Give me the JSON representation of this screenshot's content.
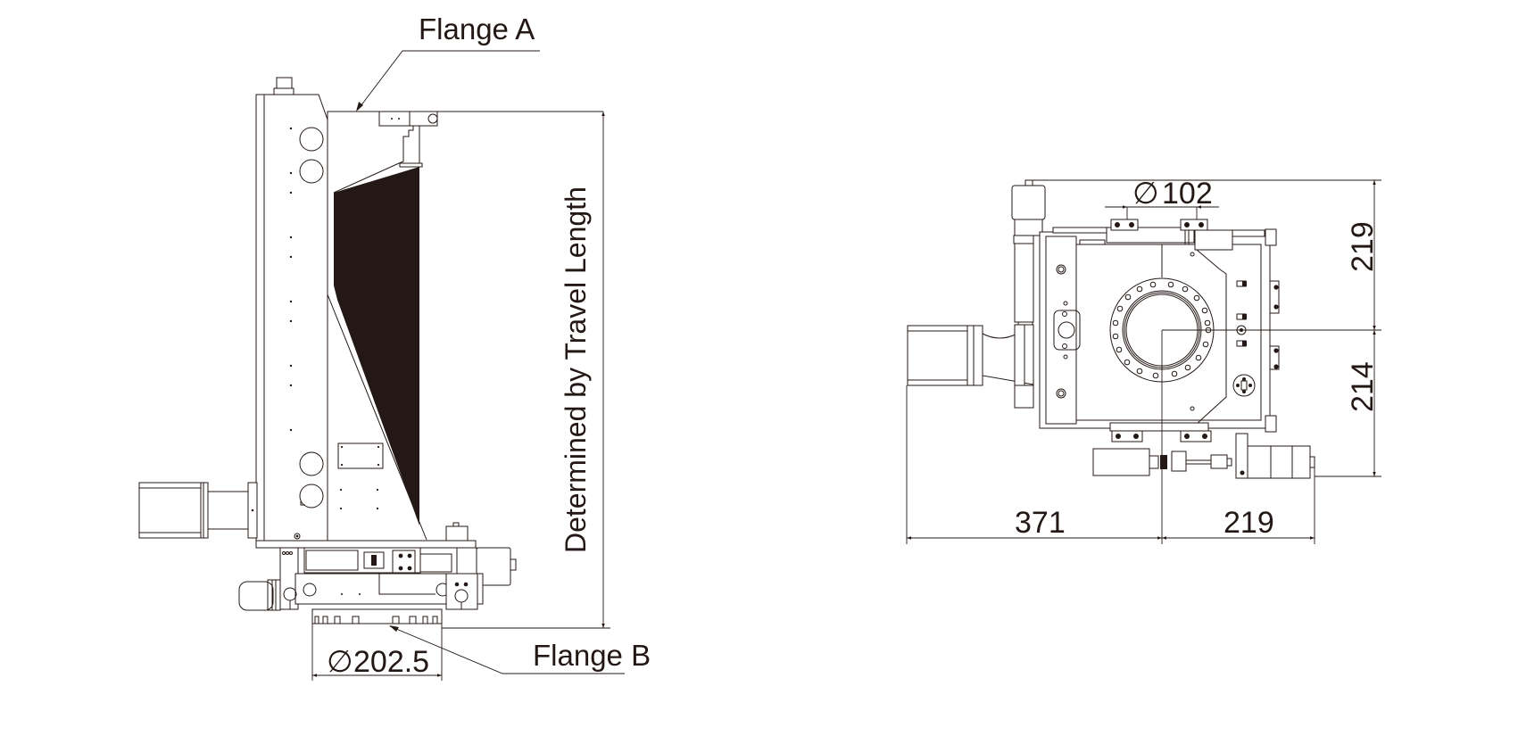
{
  "drawing": {
    "background": "#ffffff",
    "line_color": "#231815",
    "views": [
      {
        "name": "side-view",
        "labels": {
          "flange_a": "Flange A",
          "flange_b": "Flange B",
          "travel_length": "Determined by Travel Length",
          "flange_b_diameter_symbol": "∅",
          "flange_b_diameter": "202.5"
        }
      },
      {
        "name": "top-view",
        "labels": {
          "bore_diameter_symbol": "∅",
          "bore_diameter": "102",
          "dim_top": "219",
          "dim_bottom": "214",
          "dim_left": "371",
          "dim_right": "219"
        }
      }
    ]
  },
  "side_view": {
    "flange_a": "Flange A",
    "flange_b": "Flange B",
    "travel_length": "Determined by Travel Length",
    "phi": "∅",
    "flange_b_dia": "202.5"
  },
  "top_view": {
    "phi": "∅",
    "bore_dia": "102",
    "dim_top": "219",
    "dim_bottom": "214",
    "dim_left": "371",
    "dim_right": "219"
  }
}
